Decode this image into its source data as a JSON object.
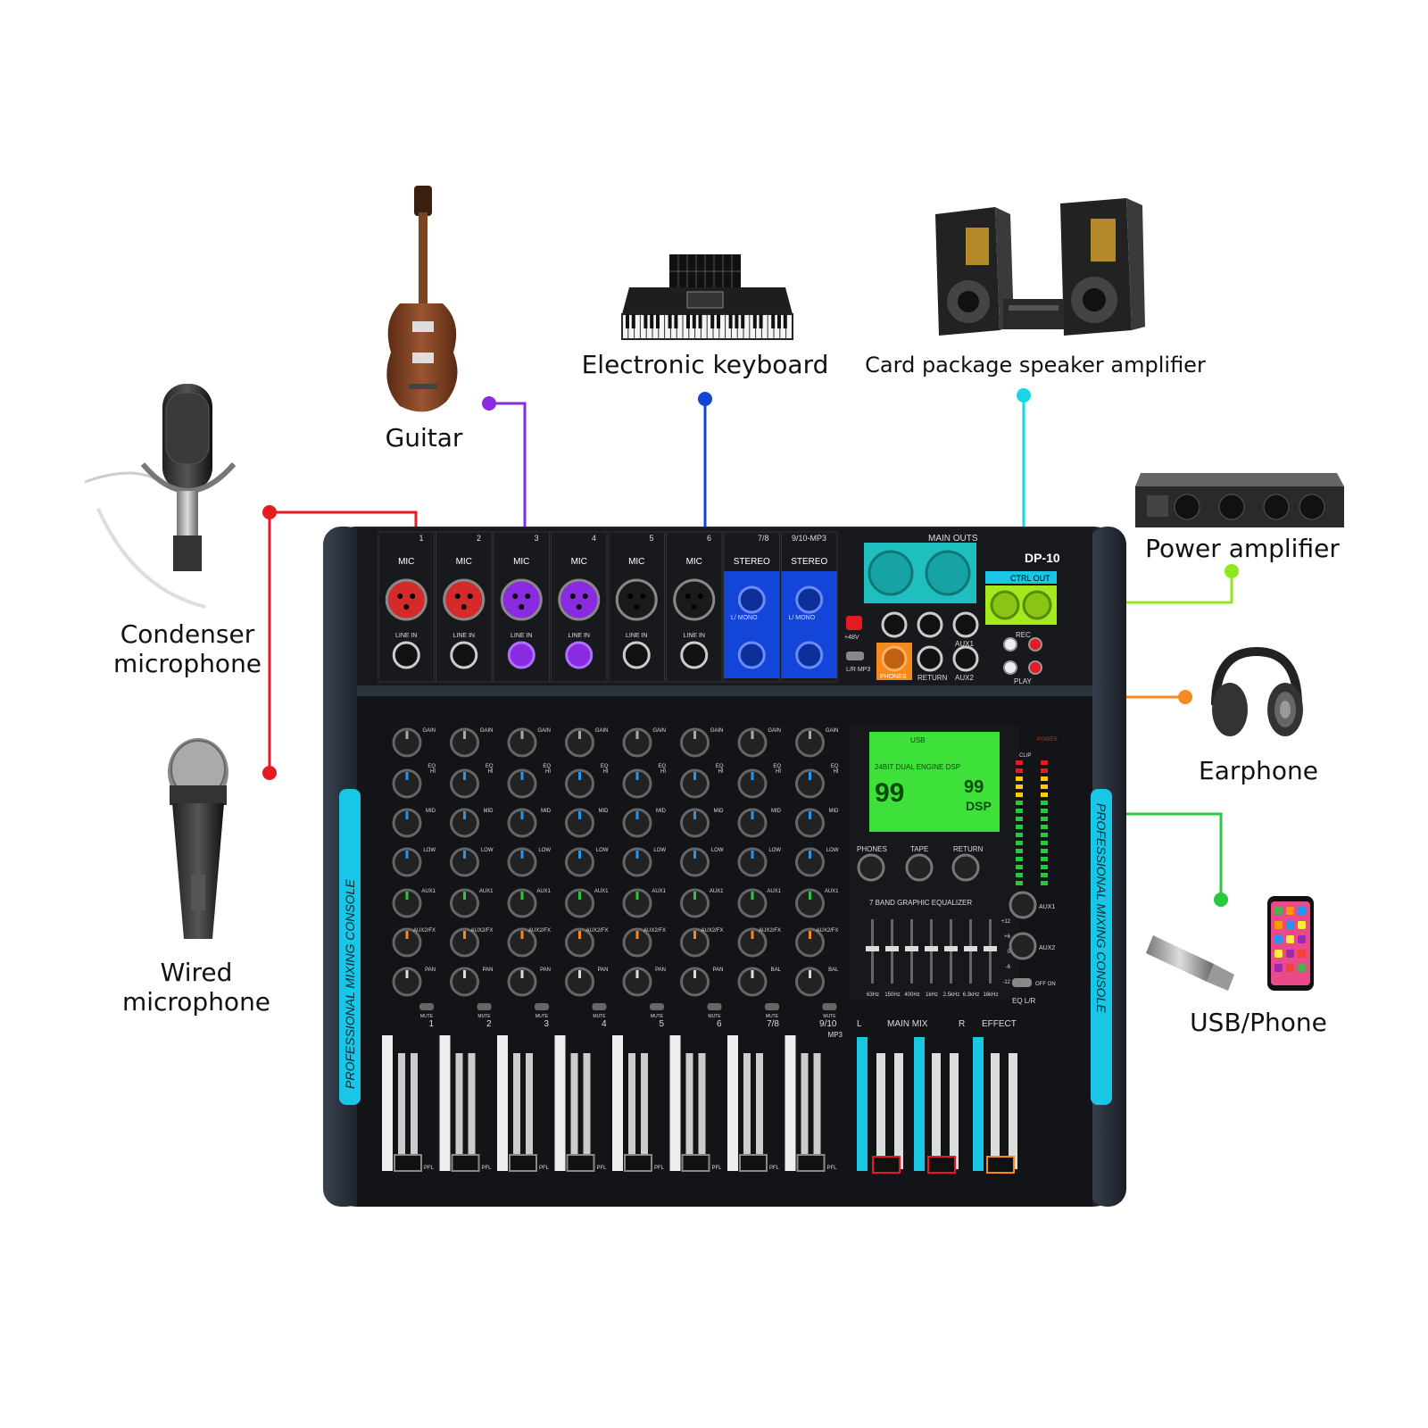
{
  "devices": {
    "condenser_mic": {
      "line1": "Condenser",
      "line2": "microphone"
    },
    "wired_mic": {
      "line1": "Wired",
      "line2": "microphone"
    },
    "guitar": {
      "label": "Guitar"
    },
    "keyboard": {
      "label": "Electronic keyboard"
    },
    "speakers": {
      "label": "Card package speaker amplifier"
    },
    "power_amp": {
      "label": "Power amplifier"
    },
    "earphone": {
      "label": "Earphone"
    },
    "usb_phone": {
      "label": "USB/Phone"
    }
  },
  "mixer": {
    "model": "DP-10",
    "side_text": "PROFESSIONAL MIXING CONSOLE",
    "channel_numbers": [
      "1",
      "2",
      "3",
      "4",
      "5",
      "6",
      "7/8",
      "9/10-MP3"
    ],
    "input_labels": [
      "MIC",
      "MIC",
      "MIC",
      "MIC",
      "MIC",
      "MIC",
      "STEREO",
      "STEREO"
    ],
    "line_in": "LINE IN",
    "mono": "L/ MONO",
    "main_outs": "MAIN OUTS",
    "ctrl_out": "CTRL OUT",
    "rec": "REC",
    "play": "PLAY",
    "phones": "PHONES",
    "return": "RETURN",
    "aux1": "AUX1",
    "aux2": "AUX2",
    "phantom": "+48V",
    "lr_mp3": "L/R MP3",
    "knob_labels": {
      "gain": "GAIN",
      "eq": "EQ",
      "hi": "HI",
      "mid": "MID",
      "low": "LOW",
      "aux1": "AUX1",
      "aux2fx": "AUX2/FX",
      "pan": "PAN",
      "bal": "BAL",
      "mute": "MUTE",
      "pfl": "PFL"
    },
    "fader_numbers": [
      "1",
      "2",
      "3",
      "4",
      "5",
      "6",
      "7/8",
      "9/10"
    ],
    "fader_mp3": "MP3",
    "display": {
      "usb": "USB",
      "dsp_title": "24BIT DUAL ENGINE DSP",
      "left_num": "99",
      "right_num": "99",
      "dsp": "DSP"
    },
    "dsp_controls": {
      "phones": "PHONES",
      "tape": "TAPE",
      "return": "RETURN"
    },
    "geq_title": "7 BAND GRAPHIC EQUALIZER",
    "geq_freqs": [
      "63Hz",
      "150Hz",
      "400Hz",
      "1kHz",
      "2.5kHz",
      "6.3kHz",
      "16kHz"
    ],
    "geq_scale": [
      "+12",
      "+6",
      "0",
      "-6",
      "-12"
    ],
    "eq_lr": "EQ L/R",
    "off_on": "OFF ON",
    "main_mix": "MAIN MIX",
    "main_l": "L",
    "main_r": "R",
    "effect": "EFFECT",
    "power": "POWER",
    "clip": "CLIP"
  },
  "colors": {
    "condenser_line": "#e51b23",
    "guitar_line": "#8a2be2",
    "keyboard_line": "#1245d8",
    "speaker_line": "#19d6e6",
    "power_amp_line": "#8fe81e",
    "earphone_line": "#f58a1f",
    "usb_line": "#27c93f",
    "mixer_body": "#1c2027",
    "accent_cyan": "#19c6e6",
    "lcd_green": "#3ee03a"
  }
}
